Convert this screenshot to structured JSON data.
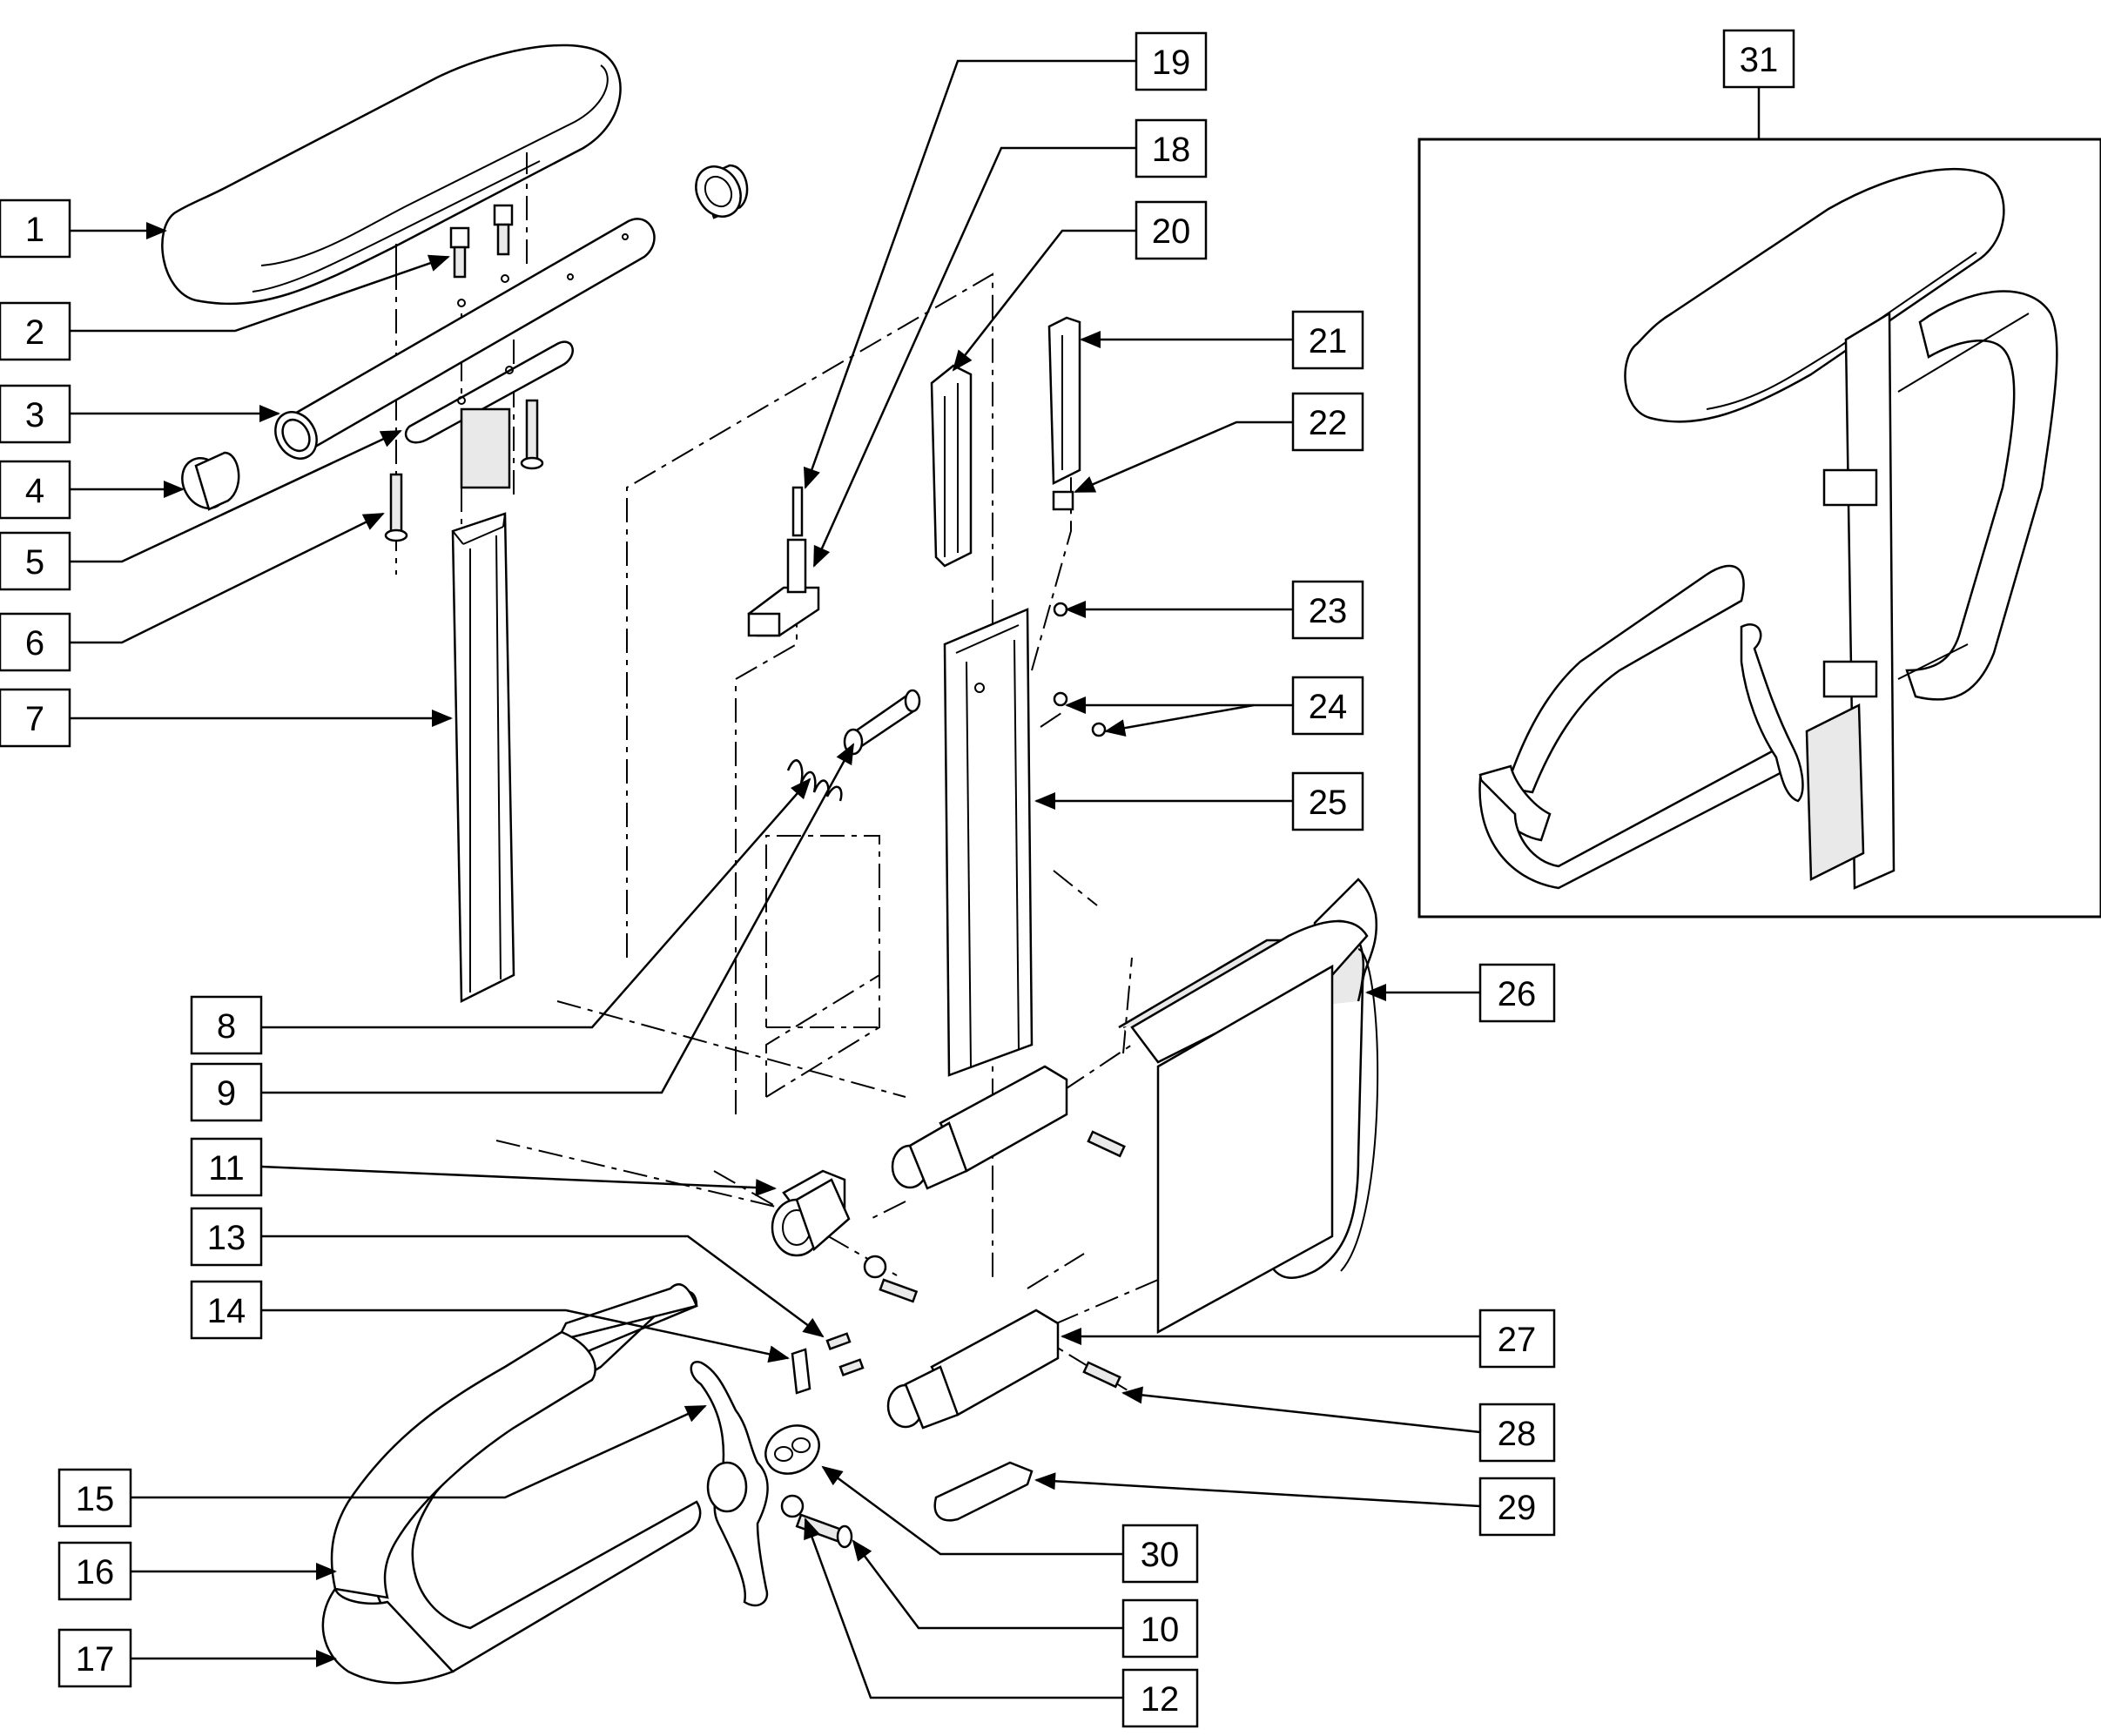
{
  "callouts": [
    {
      "num": "1"
    },
    {
      "num": "2"
    },
    {
      "num": "3"
    },
    {
      "num": "4"
    },
    {
      "num": "5"
    },
    {
      "num": "6"
    },
    {
      "num": "7"
    },
    {
      "num": "8"
    },
    {
      "num": "9"
    },
    {
      "num": "10"
    },
    {
      "num": "11"
    },
    {
      "num": "12"
    },
    {
      "num": "13"
    },
    {
      "num": "14"
    },
    {
      "num": "15"
    },
    {
      "num": "16"
    },
    {
      "num": "17"
    },
    {
      "num": "18"
    },
    {
      "num": "19"
    },
    {
      "num": "20"
    },
    {
      "num": "21"
    },
    {
      "num": "22"
    },
    {
      "num": "23"
    },
    {
      "num": "24"
    },
    {
      "num": "25"
    },
    {
      "num": "26"
    },
    {
      "num": "27"
    },
    {
      "num": "28"
    },
    {
      "num": "29"
    },
    {
      "num": "30"
    },
    {
      "num": "31"
    }
  ]
}
